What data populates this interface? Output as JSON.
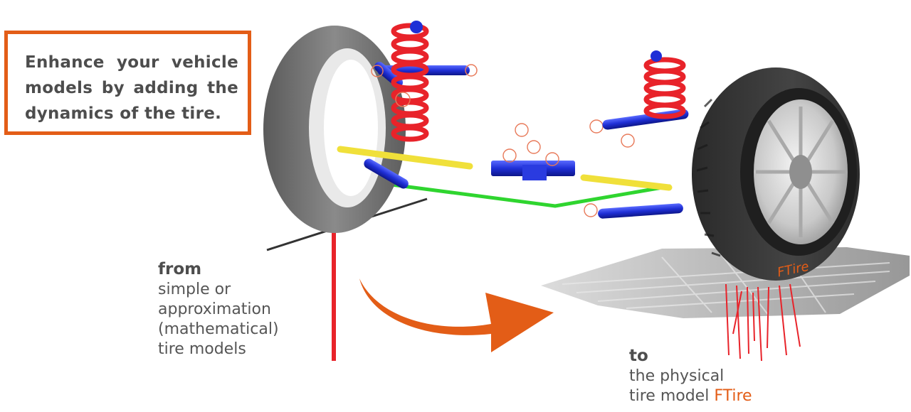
{
  "callout": {
    "text": "Enhance your vehicle models by adding the dynamics of the tire."
  },
  "from_section": {
    "heading": "from",
    "lines": [
      "simple or",
      "approximation",
      "(mathematical)",
      "tire models"
    ]
  },
  "to_section": {
    "heading": "to",
    "line1": "the physical",
    "line2_prefix": "tire model ",
    "line2_highlight": "FTire"
  },
  "tire_sidewall_brand": "FTire",
  "colors": {
    "accent": "#e35d17",
    "text": "#4d4d4d",
    "spring": "#e8232a",
    "control_arm": "#1f2fd6",
    "tie_rod": "#f0e03a",
    "stabilizer": "#2fd52f",
    "tire": "#6f6f6f"
  },
  "icons": [
    "coil-spring-icon",
    "wheel-icon",
    "curved-arrow-icon",
    "road-surface-icon"
  ]
}
